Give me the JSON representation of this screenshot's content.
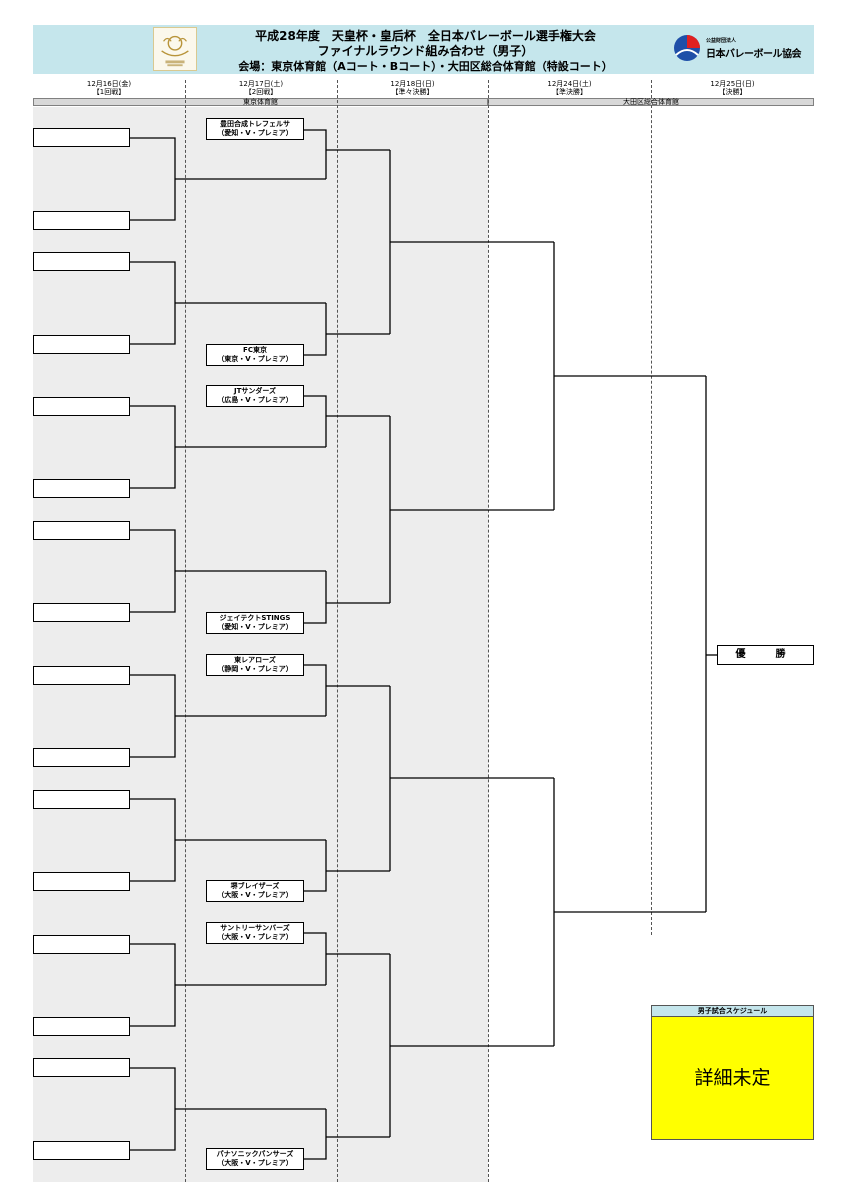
{
  "header": {
    "line1": "平成28年度　天皇杯・皇后杯　全日本バレーボール選手権大会",
    "line2": "ファイナルラウンド組み合わせ（男子）",
    "line3": "会場：東京体育館（Aコート・Bコート）・大田区総合体育館（特設コート）",
    "jva_small": "公益財団法人",
    "jva_name": "日本バレーボール協会"
  },
  "dates": [
    {
      "date": "12月16日(金)",
      "round": "【1回戦】"
    },
    {
      "date": "12月17日(土)",
      "round": "【2回戦】"
    },
    {
      "date": "12月18日(日)",
      "round": "【準々決勝】"
    },
    {
      "date": "12月24日(土)",
      "round": "【準決勝】"
    },
    {
      "date": "12月25日(日)",
      "round": "【決勝】"
    }
  ],
  "venues": {
    "tokyo": "東京体育館",
    "ota": "大田区総合体育館"
  },
  "seeds": [
    {
      "team": "豊田合成トレフェルサ",
      "pref": "（愛知・V・プレミア）"
    },
    {
      "team": "FC東京",
      "pref": "（東京・V・プレミア）"
    },
    {
      "team": "JTサンダーズ",
      "pref": "（広島・V・プレミア）"
    },
    {
      "team": "ジェイテクトSTINGS",
      "pref": "（愛知・V・プレミア）"
    },
    {
      "team": "東レアローズ",
      "pref": "（静岡・V・プレミア）"
    },
    {
      "team": "堺ブレイザーズ",
      "pref": "（大阪・V・プレミア）"
    },
    {
      "team": "サントリーサンバーズ",
      "pref": "（大阪・V・プレミア）"
    },
    {
      "team": "パナソニックパンサーズ",
      "pref": "（大阪・V・プレミア）"
    }
  ],
  "winner_label": "優　勝",
  "schedule": {
    "title": "男子試合スケジュール",
    "body": "詳細未定"
  }
}
